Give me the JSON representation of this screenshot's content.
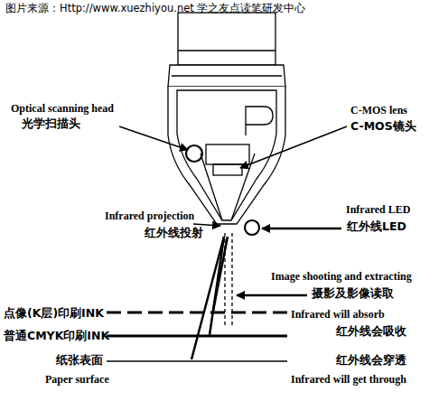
{
  "diagram": {
    "labels": [
      "图片来源：Http://www.xuezhiyou.net 学之友点读笔研发中心",
      "Optical scanning head",
      "光学扫描头",
      "C-MOS lens",
      "C-MOS镜头",
      "Infrared projection",
      "红外线投射",
      "Infrared LED",
      "红外线LED",
      "Image shooting and extracting",
      "摄影及影像读取",
      "点像(K层)印刷INK",
      "Infrared will absorb",
      "普通CMYK印刷INK",
      "红外线会吸收",
      "纸张表面",
      "红外线会穿透",
      "Paper surface",
      "Infrared will get through"
    ]
  }
}
